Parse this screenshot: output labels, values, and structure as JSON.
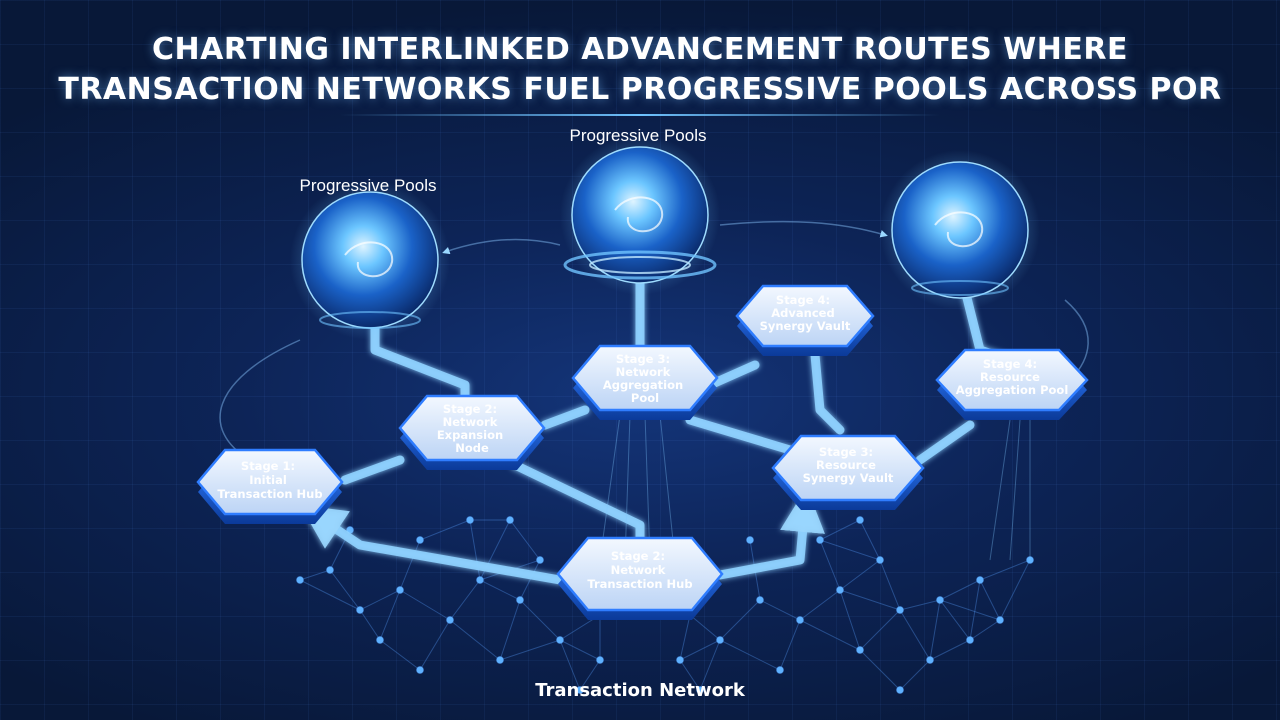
{
  "title": {
    "line1": "CHARTING INTERLINKED ADVANCEMENT ROUTES WHERE",
    "line2": "TRANSACTION NETWORKS FUEL PROGRESSIVE POOLS ACROSS POR"
  },
  "pools": {
    "left_label": "Progressive Pools",
    "center_label": "Progressive Pools"
  },
  "nodes": {
    "stage1_initial": [
      "Stage 1:",
      "Initial",
      "Transaction Hub"
    ],
    "stage2_expansion": [
      "Stage 2:",
      "Network",
      "Expansion",
      "Node"
    ],
    "stage3_aggregation": [
      "Stage 3:",
      "Network",
      "Aggregation",
      "Pool"
    ],
    "stage4_vault": [
      "Stage 4:",
      "Advanced",
      "Synergy Vault"
    ],
    "stage4_pool": [
      "Stage 4:",
      "Resource",
      "Aggregation Pool"
    ],
    "stage3_vault": [
      "Stage 3:",
      "Resource",
      "Synergy Vault"
    ],
    "stage2_hub": [
      "Stage 2:",
      "Network",
      "Transaction Hub"
    ]
  },
  "network_label": "Transaction Network",
  "colors": {
    "background": "#0a1a3d",
    "glow": "#6fc3ff",
    "node_face": "#e9f2ff",
    "node_edge": "#2f7dff"
  }
}
